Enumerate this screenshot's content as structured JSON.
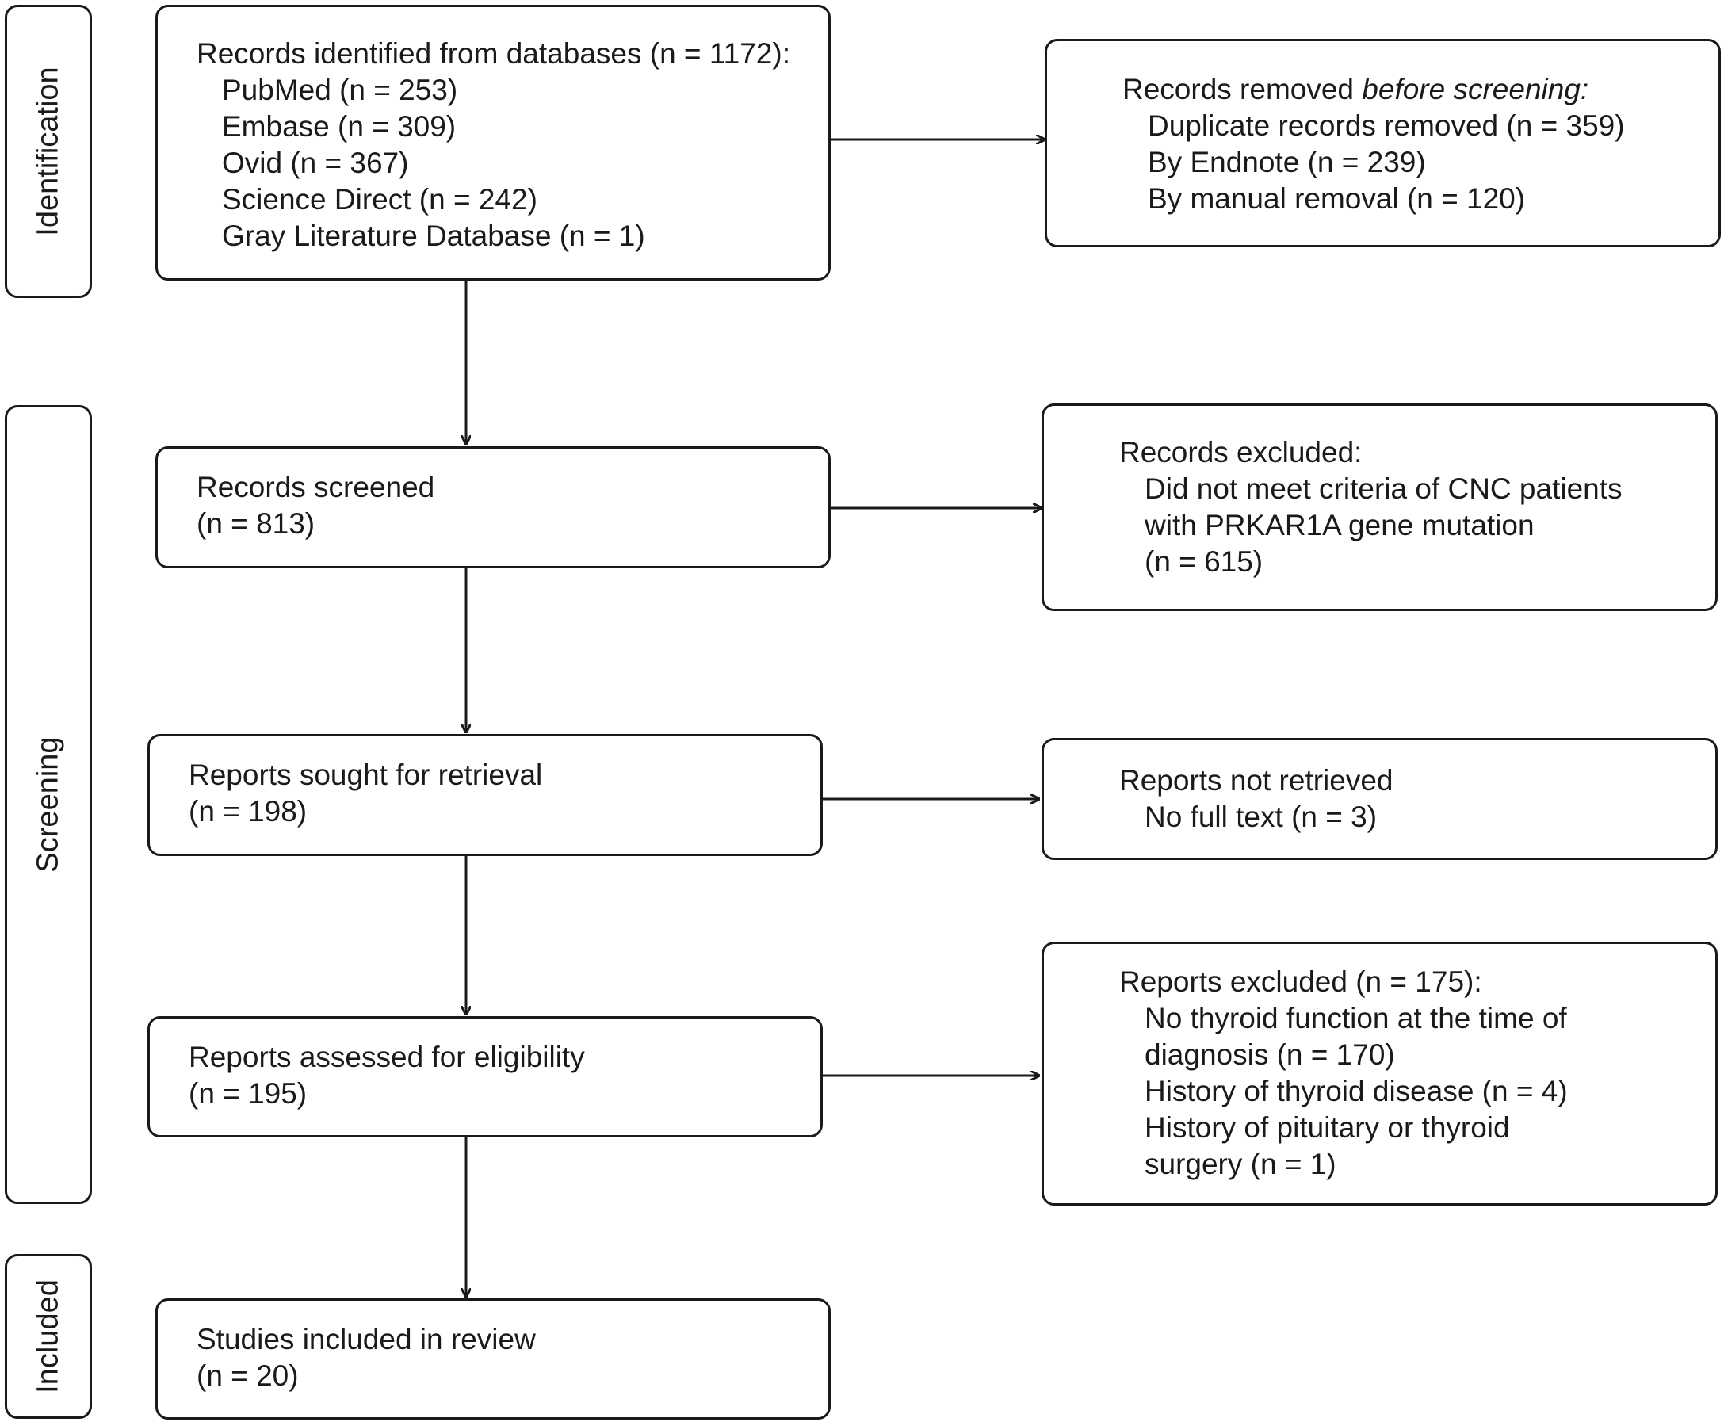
{
  "stages": {
    "identification": "Identification",
    "screening": "Screening",
    "included": "Included"
  },
  "boxes": {
    "identified": {
      "title": "Records identified from databases (n = 1172):",
      "items": [
        "PubMed (n = 253)",
        "Embase (n = 309)",
        "Ovid (n = 367)",
        "Science Direct (n = 242)",
        "Gray Literature Database (n = 1)"
      ]
    },
    "removed": {
      "title_plain": "Records removed ",
      "title_italic": "before screening:",
      "items": [
        "Duplicate records removed (n = 359)",
        "By Endnote (n = 239)",
        "By manual removal (n = 120)"
      ]
    },
    "screened": {
      "line1": "Records screened",
      "line2": "(n = 813)"
    },
    "excluded_records": {
      "title": "Records excluded:",
      "items": [
        "Did not meet criteria of CNC patients",
        "with PRKAR1A gene mutation",
        "(n = 615)"
      ]
    },
    "sought": {
      "line1": "Reports sought for retrieval",
      "line2": "(n = 198)"
    },
    "not_retrieved": {
      "title": "Reports not retrieved",
      "items": [
        "No full text (n = 3)"
      ]
    },
    "assessed": {
      "line1": "Reports assessed for eligibility",
      "line2": "(n = 195)"
    },
    "excluded_reports": {
      "title": "Reports excluded (n = 175):",
      "items": [
        "No thyroid function at the time of",
        "diagnosis (n = 170)",
        "History of thyroid disease (n = 4)",
        "History of pituitary or thyroid",
        "surgery (n = 1)"
      ]
    },
    "included": {
      "line1": "Studies included in review",
      "line2": "(n = 20)"
    }
  }
}
